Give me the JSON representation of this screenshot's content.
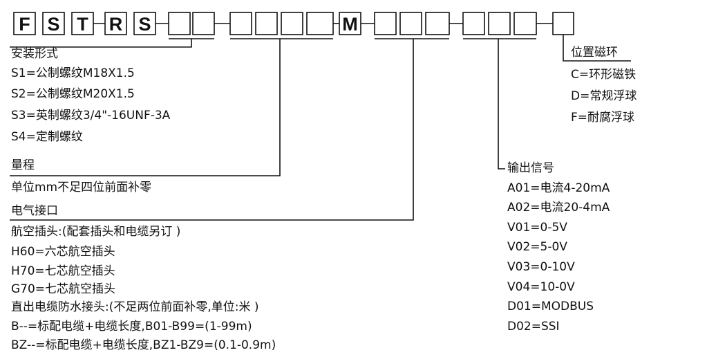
{
  "code_letters": [
    "F",
    "S",
    "T",
    "R",
    "S",
    "M"
  ],
  "mounting": {
    "title": "安装形式",
    "options": [
      "S1=公制螺纹M18X1.5",
      "S2=公制螺纹M20X1.5",
      "S3=英制螺纹3/4\"-16UNF-3A",
      "S4=定制螺纹"
    ]
  },
  "range": {
    "title": "量程",
    "note": "单位mm不足四位前面补零"
  },
  "electrical": {
    "title": "电气接口",
    "options": [
      "航空插头:(配套插头和电缆另订 )",
      "H60=六芯航空插头",
      "H70=七芯航空插头",
      "G70=七芯航空插头",
      "直出电缆防水接头:(不足两位前面补零,单位:米 )",
      "B--=标配电缆+电缆长度,B01-B99=(1-99m)",
      "BZ--=标配电缆+电缆长度,BZ1-BZ9=(0.1-0.9m)"
    ]
  },
  "output": {
    "title": "输出信号",
    "options": [
      "A01=电流4-20mA",
      "A02=电流20-4mA",
      "V01=0-5V",
      "V02=5-0V",
      "V03=0-10V",
      "V04=10-0V",
      "D01=MODBUS",
      "D02=SSI"
    ]
  },
  "magnet": {
    "title": "位置磁环",
    "options": [
      "C=环形磁铁",
      "D=常规浮球",
      "F=耐腐浮球"
    ]
  }
}
